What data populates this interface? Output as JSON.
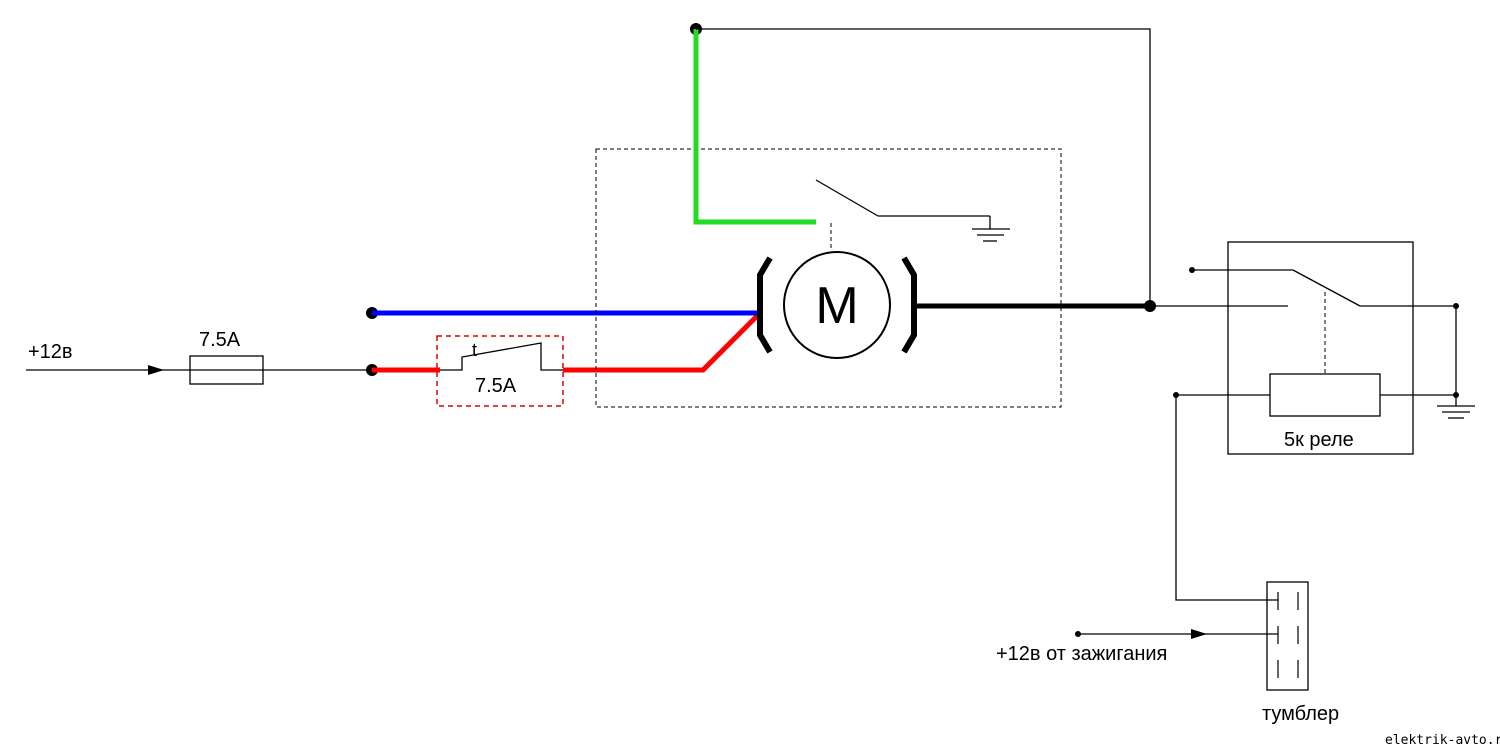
{
  "labels": {
    "supply": "+12в",
    "fuse_main": "7.5A",
    "thermal_symbol": "t",
    "thermal_fuse": "7.5A",
    "motor_symbol": "M",
    "relay": "5к реле",
    "ignition": "+12в от зажигания",
    "toggle": "тумблер",
    "watermark": "elektrik-avto.ru"
  },
  "wire_colors": {
    "signal": "#000000",
    "power_thick": "#000000",
    "blue": "#0000ff",
    "red": "#ff0000",
    "green": "#22dd22",
    "thermal_box": "#e00000"
  }
}
